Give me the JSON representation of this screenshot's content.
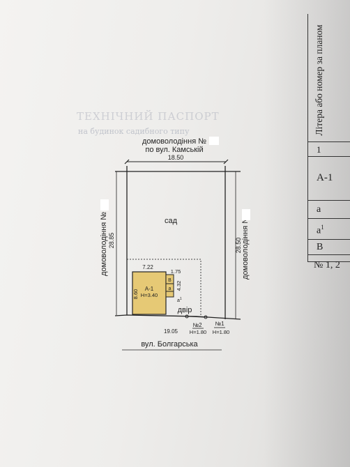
{
  "document": {
    "header_lines": [
      "домоволодіння №",
      "по вул. Камській"
    ],
    "street_bottom": "вул. Болгарська",
    "neighbor_left": "домоволодіння №",
    "neighbor_right": "домоволодіння №",
    "garden_label": "сад",
    "yard_label": "двір"
  },
  "plan": {
    "dim_top": "18.50",
    "dim_left": "28.85",
    "dim_right": "28.50",
    "dim_bottom": "19.05",
    "building_width": "7.22",
    "building_depth": "8.60",
    "annex_width": "1.75",
    "annex_depth": "4.32",
    "building_label": "А-1",
    "building_height": "Н=3.40",
    "annex_b_label": "В",
    "annex_a_label": "а",
    "annex_a1_label": "а",
    "annex_a1_sup": "1",
    "gate1_label": "№1",
    "gate1_height": "Н=1.80",
    "gate2_label": "№2",
    "gate2_height": "Н=1.80"
  },
  "side_table": {
    "header": "Літера або номер за планом",
    "rows": [
      {
        "text": "1"
      },
      {
        "text": "А-1"
      },
      {
        "text": "а"
      },
      {
        "text": "а",
        "sup": "1"
      },
      {
        "text": "В"
      },
      {
        "text": "№ 1, 2"
      }
    ]
  },
  "bleed_through": [
    "ТЕХНІЧНИЙ ПАСПОРТ",
    "на будинок садибного типу"
  ],
  "colors": {
    "building_fill": "#e6c975",
    "line": "#2a2a2a",
    "dashed": "#444444"
  }
}
